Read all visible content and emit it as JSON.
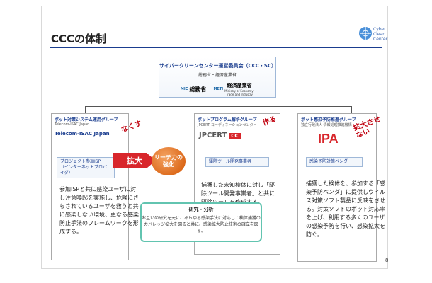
{
  "title": "CCCの体制",
  "logo": {
    "line1": "Cyber",
    "line2": "Clean",
    "line3": "Center"
  },
  "committee": {
    "title": "サイバークリーンセンター運営委員会（CCC・SC）",
    "subtitle": "総務省・経済産業省",
    "mic": {
      "mark": "MIC",
      "name": "総務省"
    },
    "meti": {
      "mark": "METI",
      "name": "経済産業省",
      "sub1": "Ministry of Economy,",
      "sub2": "Trade and Industry"
    }
  },
  "groups": {
    "left": {
      "head": "ボット対策システム運用グループ",
      "sub": "Telecom-ISAC Japan",
      "logo": "Telecom-ISAC Japan",
      "label1": "プロジェクト参加ISP",
      "label2": "（インターネットプロバイダ）",
      "rotated": "なくす",
      "desc": "参加ISPと共に感染ユーザに対し注意喚起を実施し、危険にさらされているユーザを救うと共に感染しない環境、更なる感染防止手法のフレームワークを形成する。"
    },
    "middle": {
      "head": "ボットプログラム解析グループ",
      "sub": "JPCERT コーディネーションセンター",
      "logo_main": "JPCERT",
      "logo_cc": "CC",
      "label": "駆除ツール開発事業者",
      "rotated": "作る",
      "desc": "捕獲した未知検体に対し「駆除ツール開発事業者」と共に駆除ツールを作成する。"
    },
    "right": {
      "head": "ボット感染予防推進グループ",
      "sub": "独立行政法人 情報処理推進機構",
      "logo": "IPA",
      "label": "感染予防対策ベンダ",
      "rotated": "拡大させない",
      "desc": "捕獲した検体を、参加する「感染予防ベンダ」に提供しウイルス対策ソフト製品に反映をさせる。対策ソフトのボット対応率を上げ、利用する多くのユーザの感染予防を行い、感染拡大を防ぐ。"
    }
  },
  "arrow_label": "拡大",
  "circle_label1": "リーチ力の",
  "circle_label2": "強化",
  "research": {
    "title": "研究・分析",
    "text": "お互いの研究を元に、あらゆる感染手法に対応して検体捕獲のカバレッジ拡大を図ると共に、感染拡大防止技術の確立を図る。"
  },
  "page_number": "8"
}
